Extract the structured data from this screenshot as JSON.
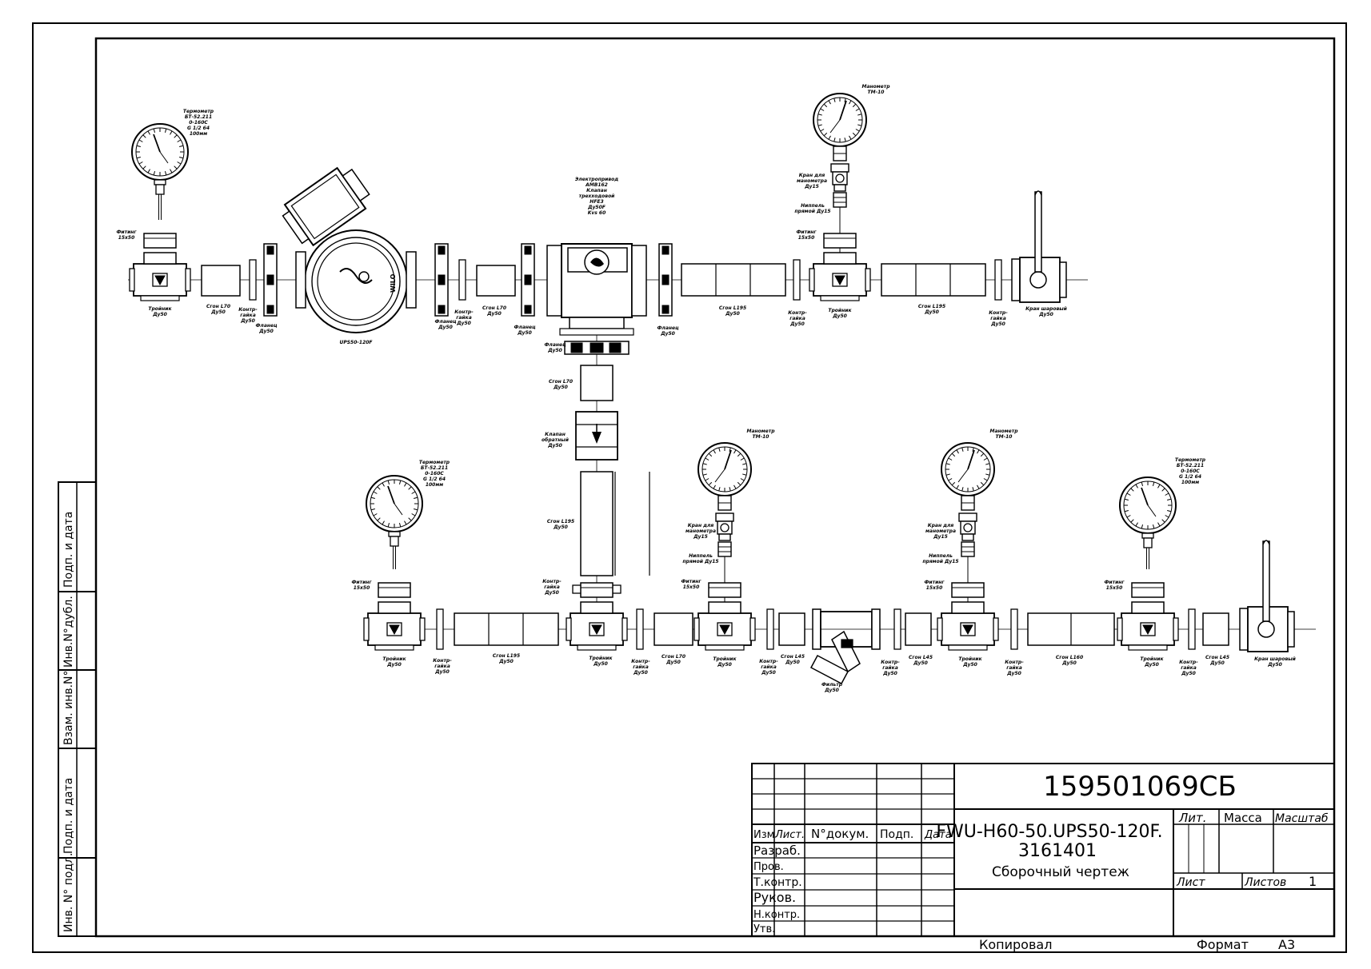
{
  "title_block": {
    "doc_number": "159501069СБ",
    "name_line1": "FWU-H60-50.UPS50-120F.",
    "name_line2": "3161401",
    "name_line3": "Сборочный чертеж",
    "header_izm": "Изм",
    "header_list": "Лист.",
    "header_doc": "N°докум.",
    "header_podp": "Подп.",
    "header_data": "Дата",
    "row_razrab": "Разраб.",
    "row_prov": "Пров.",
    "row_tkontr": "Т.контр.",
    "row_ruk": "Руков.",
    "row_nkontr": "Н.контр.",
    "row_utv": "Утв.",
    "lit": "Лит.",
    "massa": "Масса",
    "masshtab": "Масштаб",
    "list_label": "Лист",
    "listov_label": "Листов",
    "listov_value": "1",
    "kopiroval": "Копировал",
    "format_label": "Формат",
    "format_value": "А3"
  },
  "side_stamp": {
    "podp_data_1": "Подп. и дата",
    "inv_dubl": "Инв.N°дубл.",
    "vzam_inv": "Взам. инв.N°",
    "podp_data_2": "Подп. и дата",
    "inv_podl": "Инв. N° подл."
  },
  "labels": {
    "thermo_top": [
      "Термометр",
      "БТ-52.211",
      "0-160С",
      "G 1/2 64",
      "100мм"
    ],
    "fitting": [
      "Фитинг",
      "15х50"
    ],
    "tee": [
      "Тройник",
      "Ду50"
    ],
    "sgon_l70": [
      "Сгон L70",
      "Ду50"
    ],
    "sgon_l195": [
      "Сгон L195",
      "Ду50"
    ],
    "sgon_l45": [
      "Сгон L45",
      "Ду50"
    ],
    "sgon_l160": [
      "Сгон L160",
      "Ду50"
    ],
    "kontrgaika": [
      "Контр-",
      "гайка",
      "Ду50"
    ],
    "flanec": [
      "Фланец",
      "Ду50"
    ],
    "pump": "UPS50-120F",
    "pump_brand": "WILO",
    "valve3": [
      "Электропривод",
      "AMB162",
      "Клапан",
      "трехходовой",
      "HFE3",
      "Ду50F",
      "Kvs 60"
    ],
    "manometer": [
      "Манометр",
      "ТМ-10"
    ],
    "kran_man": [
      "Кран для",
      "манометра",
      "Ду15"
    ],
    "nippel": [
      "Ниппель",
      "прямой Ду15"
    ],
    "kran_shar": [
      "Кран шаровый",
      "Ду50"
    ],
    "check_valve": [
      "Клапан",
      "обратный",
      "Ду50"
    ],
    "filter": [
      "Фильтр",
      "Ду50"
    ]
  }
}
